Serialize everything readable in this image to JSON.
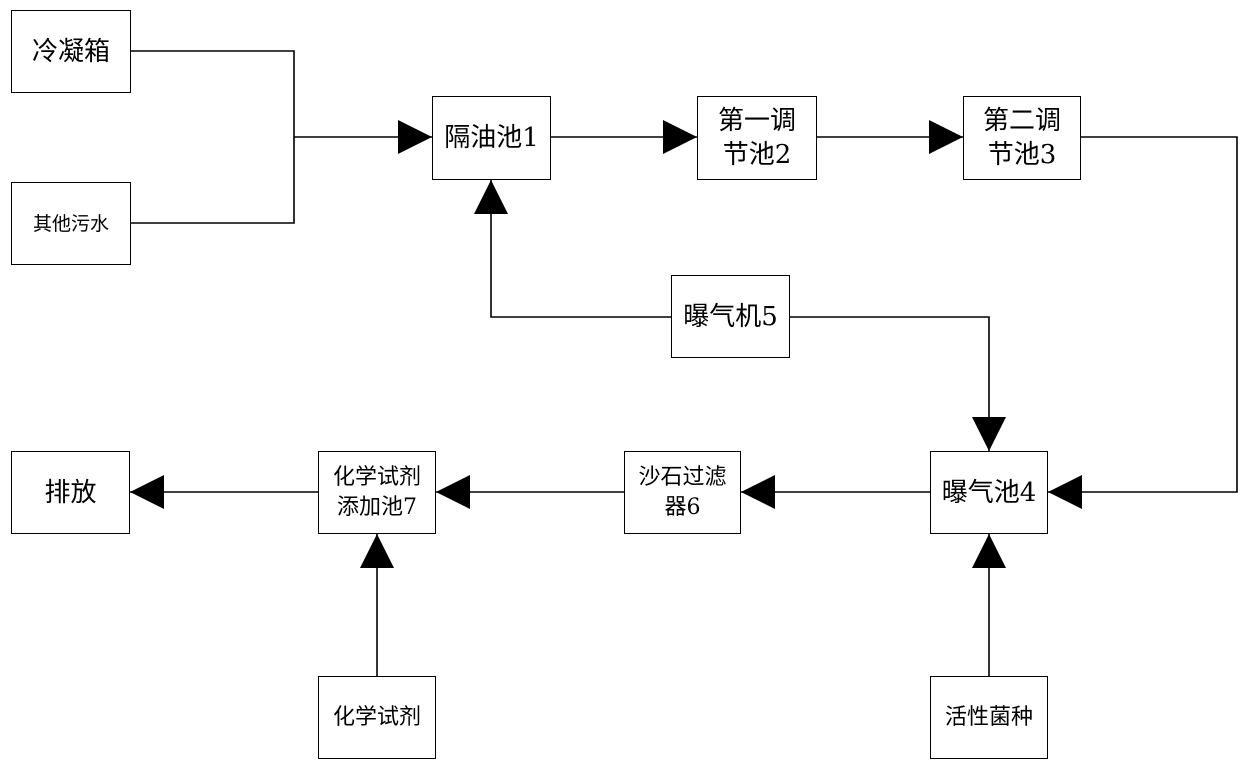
{
  "nodes": {
    "condenser": {
      "label": "冷凝箱"
    },
    "other_sewage": {
      "label": "其他污水"
    },
    "oil_separator": {
      "label": "隔油池1"
    },
    "first_regulating": {
      "line1": "第一调",
      "line2": "节池2"
    },
    "second_regulating": {
      "line1": "第二调",
      "line2": "节池3"
    },
    "aerator": {
      "label": "曝气机5"
    },
    "aeration_tank": {
      "label": "曝气池4"
    },
    "sand_filter": {
      "line1": "沙石过滤",
      "line2": "器6"
    },
    "chemical_tank": {
      "line1": "化学试剂",
      "line2": "添加池7"
    },
    "discharge": {
      "label": "排放"
    },
    "chemical_reagent": {
      "label": "化学试剂"
    },
    "activated_bacteria": {
      "label": "活性菌种"
    }
  },
  "edges": [
    {
      "from": "condenser",
      "to": "oil_separator"
    },
    {
      "from": "other_sewage",
      "to": "oil_separator"
    },
    {
      "from": "oil_separator",
      "to": "first_regulating"
    },
    {
      "from": "first_regulating",
      "to": "second_regulating"
    },
    {
      "from": "second_regulating",
      "to": "aeration_tank"
    },
    {
      "from": "aerator",
      "to": "oil_separator"
    },
    {
      "from": "aerator",
      "to": "aeration_tank"
    },
    {
      "from": "activated_bacteria",
      "to": "aeration_tank"
    },
    {
      "from": "aeration_tank",
      "to": "sand_filter"
    },
    {
      "from": "sand_filter",
      "to": "chemical_tank"
    },
    {
      "from": "chemical_reagent",
      "to": "chemical_tank"
    },
    {
      "from": "chemical_tank",
      "to": "discharge"
    }
  ]
}
